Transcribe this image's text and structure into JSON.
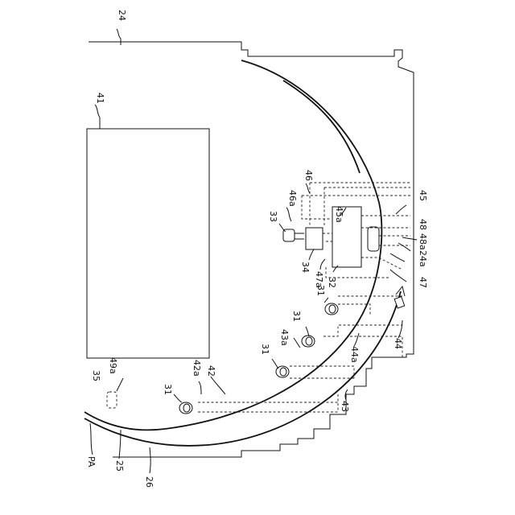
{
  "labels": {
    "l24": "24",
    "l41": "41",
    "l46": "46",
    "l46a": "46a",
    "l33": "33",
    "l45a": "45a",
    "l45": "45",
    "l34": "34",
    "l47a": "47a",
    "l32": "32",
    "l24a": "24a",
    "l48a": "48a",
    "l48": "48",
    "l47": "47",
    "l31a": "31",
    "l31b": "31",
    "l31c": "31",
    "l31d": "31",
    "l43a": "43a",
    "l44a": "44a",
    "l44": "44",
    "l35": "35",
    "l49a": "49a",
    "l42a": "42a",
    "l42": "42",
    "l43": "43",
    "lPA": "PA",
    "l25": "25",
    "l26": "26"
  }
}
